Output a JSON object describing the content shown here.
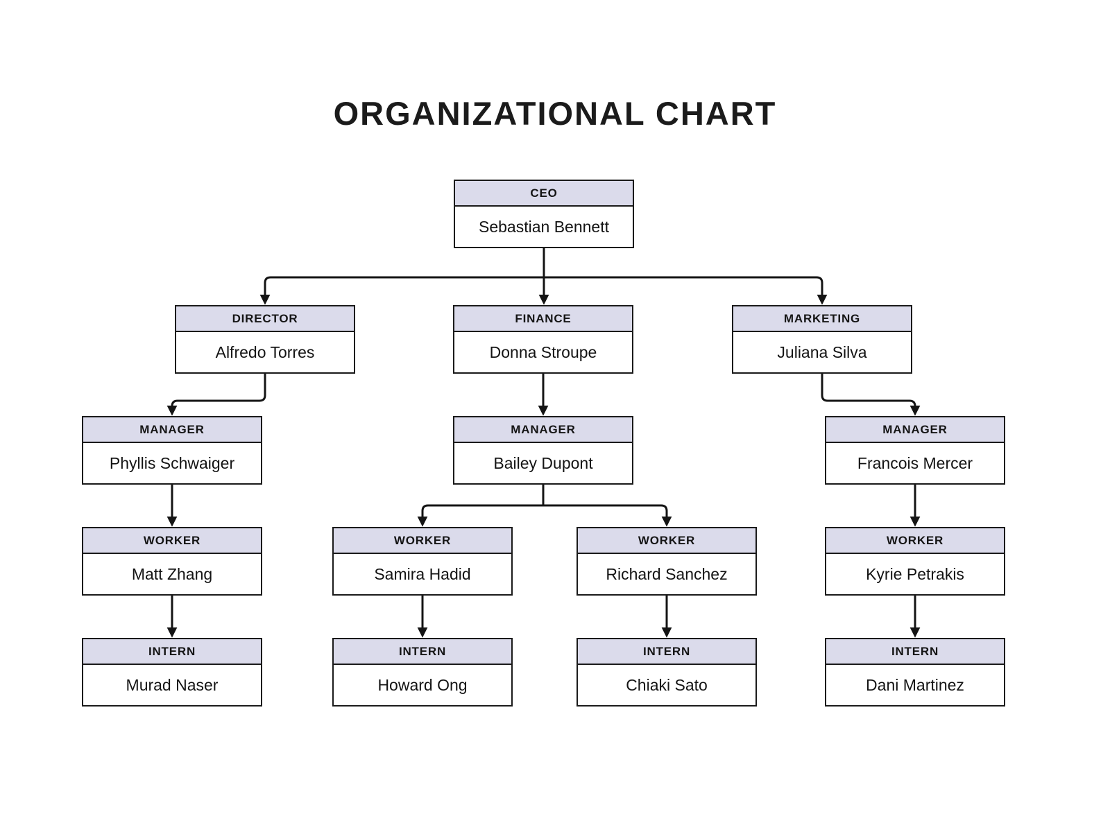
{
  "title": "ORGANIZATIONAL CHART",
  "colors": {
    "background": "#ffffff",
    "node_header_fill": "#dbdbeb",
    "node_body_fill": "#ffffff",
    "border": "#1a1a1a",
    "connector": "#141414",
    "text": "#141414"
  },
  "nodes": [
    {
      "id": "ceo",
      "role": "CEO",
      "name": "Sebastian Bennett",
      "reports_to": null
    },
    {
      "id": "director",
      "role": "DIRECTOR",
      "name": "Alfredo Torres",
      "reports_to": "ceo"
    },
    {
      "id": "finance",
      "role": "FINANCE",
      "name": "Donna Stroupe",
      "reports_to": "ceo"
    },
    {
      "id": "marketing",
      "role": "MARKETING",
      "name": "Juliana Silva",
      "reports_to": "ceo"
    },
    {
      "id": "manager-1",
      "role": "MANAGER",
      "name": "Phyllis Schwaiger",
      "reports_to": "director"
    },
    {
      "id": "manager-2",
      "role": "MANAGER",
      "name": "Bailey Dupont",
      "reports_to": "finance"
    },
    {
      "id": "manager-3",
      "role": "MANAGER",
      "name": "Francois Mercer",
      "reports_to": "marketing"
    },
    {
      "id": "worker-1",
      "role": "WORKER",
      "name": "Matt Zhang",
      "reports_to": "manager-1"
    },
    {
      "id": "worker-2",
      "role": "WORKER",
      "name": "Samira Hadid",
      "reports_to": "manager-2"
    },
    {
      "id": "worker-3",
      "role": "WORKER",
      "name": "Richard Sanchez",
      "reports_to": "manager-2"
    },
    {
      "id": "worker-4",
      "role": "WORKER",
      "name": "Kyrie Petrakis",
      "reports_to": "manager-3"
    },
    {
      "id": "intern-1",
      "role": "INTERN",
      "name": "Murad Naser",
      "reports_to": "worker-1"
    },
    {
      "id": "intern-2",
      "role": "INTERN",
      "name": "Howard Ong",
      "reports_to": "worker-2"
    },
    {
      "id": "intern-3",
      "role": "INTERN",
      "name": "Chiaki Sato",
      "reports_to": "worker-3"
    },
    {
      "id": "intern-4",
      "role": "INTERN",
      "name": "Dani Martinez",
      "reports_to": "worker-4"
    }
  ]
}
